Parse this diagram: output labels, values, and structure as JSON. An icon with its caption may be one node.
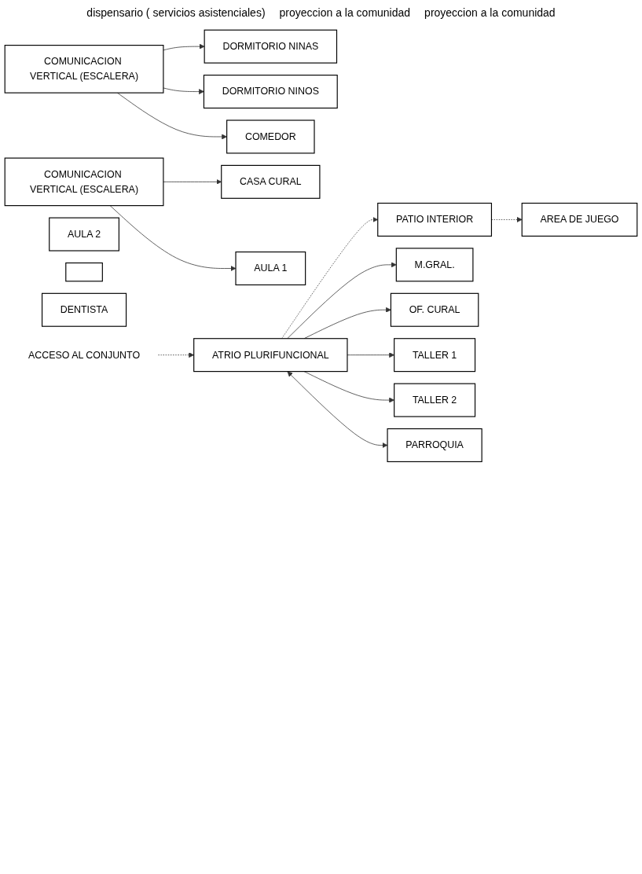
{
  "diagram": {
    "nodes": [
      {
        "text": [
          "DORMITORIO NINAS"
        ]
      },
      {
        "text": [
          "COMUNICACION VERTICAL (ESCALERA)"
        ]
      },
      {
        "text": [
          "DORMITORIO NINOS"
        ]
      },
      {
        "text": [
          "COMEDOR"
        ]
      },
      {
        "text": [
          "AREA DE JUEGO"
        ]
      },
      {
        "text": [
          "PATIO INTERIOR"
        ]
      },
      {
        "text": [
          "COMUNICACION VERTICAL (ESCALERA)"
        ]
      },
      {
        "text": [
          "CASA CURAL"
        ]
      },
      {
        "text": [
          "AULA 1"
        ]
      },
      {
        "text": [
          "AULA 2"
        ]
      },
      {
        "text": [
          "M.GRAL."
        ]
      },
      {
        "text": [],
        "shape": "box"
      },
      {
        "text": [
          "DENTISTA"
        ]
      },
      {
        "text": [
          "OF. CURAL"
        ]
      },
      {
        "text": [
          "TALLER 1"
        ]
      },
      {
        "text": [
          "TALLER 2"
        ]
      },
      {
        "text": [
          "ATRIO PLURIFUNCIONAL"
        ]
      },
      {
        "text": [
          "PARROQUIA"
        ]
      },
      {
        "text": [
          "ACCESO AL CONJUNTO"
        ]
      }
    ],
    "edges": [
      {
        "from": 1,
        "to": 0,
        "arrow": "to"
      },
      {
        "from": 1,
        "to": 2,
        "arrow": "to"
      },
      {
        "from": 1,
        "to": 3,
        "arrow": "to"
      },
      {
        "from": 5,
        "to": 4,
        "arrow": "to",
        "style": "dashed"
      },
      {
        "from": 6,
        "to": 7,
        "arrow": "to"
      },
      {
        "from": 6,
        "to": 8,
        "arrow": "to"
      },
      {
        "from": 16,
        "to": 10,
        "arrow": "to"
      },
      {
        "from": 16,
        "to": 13,
        "arrow": "to"
      },
      {
        "from": 16,
        "to": 14,
        "arrow": "to"
      },
      {
        "from": 16,
        "to": 15,
        "arrow": "to"
      },
      {
        "from": 16,
        "to": 5,
        "arrow": "to",
        "style": "dashed"
      },
      {
        "from": 16,
        "to": 17,
        "arrow": "both"
      },
      {
        "from": 18,
        "to": 16,
        "arrow": "to",
        "style": "dashed"
      }
    ],
    "labels": [
      "dispensario ( servicios asistenciales)",
      "proyeccion a la comunidad",
      "proyeccion a la comunidad"
    ]
  }
}
